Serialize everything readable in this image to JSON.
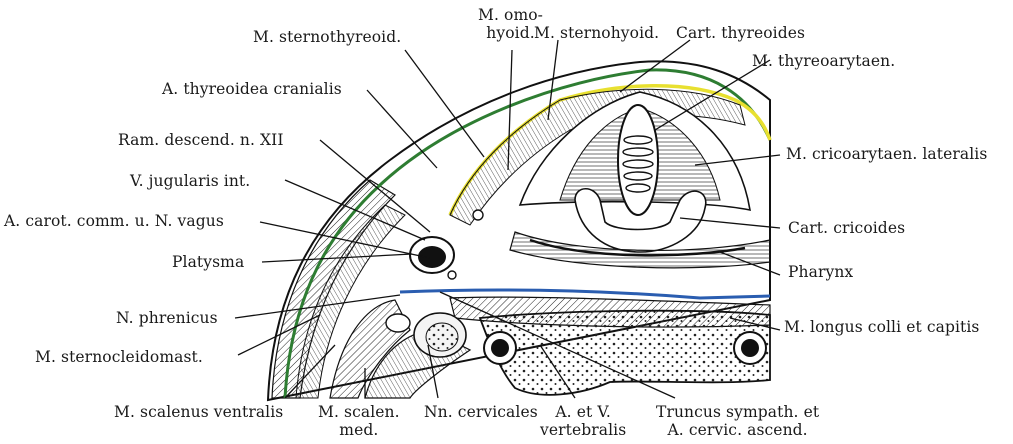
{
  "labels": {
    "m_omohyoid": "M. omo-\nhyoid.",
    "m_sternothyreoid": "M. sternothyreoid.",
    "m_sternohyoid": "M. sternohyoid.",
    "cart_thyreoides": "Cart. thyreoides",
    "m_thyreoarytaen": "M. thyreoarytaen.",
    "a_thyreoidea": "A. thyreoidea cranialis",
    "ram_descend": "Ram. descend. n. XII",
    "m_cricoarytaen": "M. cricoarytaen. lateralis",
    "v_jugularis": "V. jugularis int.",
    "a_carot": "A. carot. comm. u. N. vagus",
    "cart_cricoides": "Cart. cricoides",
    "platysma": "Platysma",
    "pharynx": "Pharynx",
    "n_phrenicus": "N. phrenicus",
    "m_longus": "M. longus colli et capitis",
    "m_sternocleido": "M. sternocleidomast.",
    "m_scalenus_ventralis": "M. scalenus ventralis",
    "m_scalen_med": "M. scalen.\nmed.",
    "nn_cervicales": "Nn. cervicales",
    "a_v_vertebralis": "A. et V.\nvertebralis",
    "truncus": "Truncus sympath. et\nA. cervic. ascend."
  },
  "colors": {
    "outline": "#1a1a1a",
    "yellow_fascia": "#e8e030",
    "green_fascia": "#2e7d32",
    "blue_fascia": "#2a5db0",
    "background": "#ffffff"
  }
}
